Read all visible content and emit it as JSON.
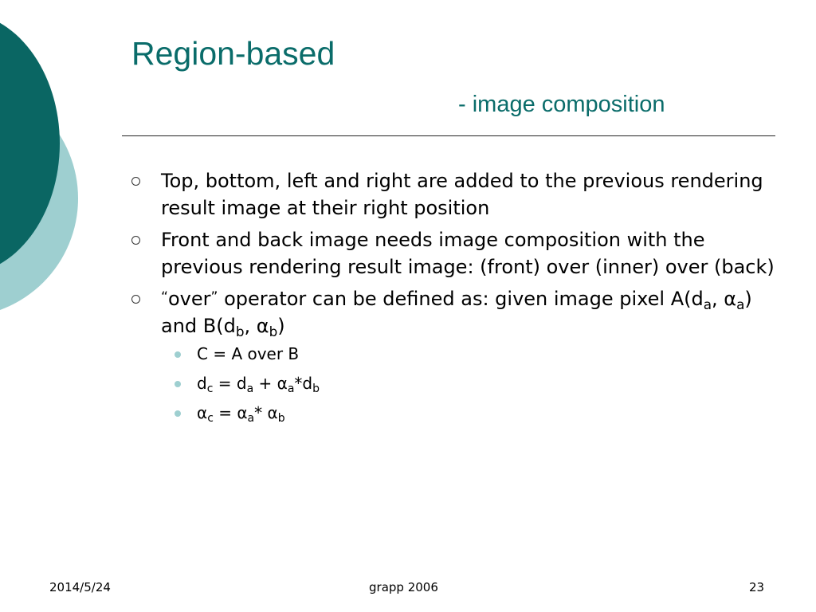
{
  "slide": {
    "title": "Region-based",
    "subtitle": "- image composition",
    "accent_color": "#0a6c6a",
    "decor_dark_color": "#0a6663",
    "decor_light_color": "#9ecfd0"
  },
  "bullets": [
    {
      "text": "Top, bottom, left and right are added to the previous rendering result image at their right position"
    },
    {
      "text": "Front and back image needs image composition with the previous rendering result image: (front) over (inner) over (back)"
    },
    {
      "open_quote": "“",
      "word": "over",
      "close_quote": "”",
      "text_rest": " operator can be defined as: given image pixel A(d",
      "sub_a1": "a",
      "sep1": ", α",
      "sub_a2": "a",
      "mid": ") and B(d",
      "sub_b1": "b",
      "sep2": ", α",
      "sub_b2": "b",
      "end": ")"
    }
  ],
  "sub_bullets": [
    {
      "text": "C = A over B"
    },
    {
      "p1": "d",
      "s1": "c",
      "p2": " = d",
      "s2": "a",
      "p3": " + α",
      "s3": "a",
      "p4": "*d",
      "s4": "b"
    },
    {
      "p1": "α",
      "s1": "c",
      "p2": " = α",
      "s2": "a",
      "p3": "* α",
      "s3": "b"
    }
  ],
  "footer": {
    "date": "2014/5/24",
    "center": "grapp 2006",
    "page_number": "23"
  }
}
